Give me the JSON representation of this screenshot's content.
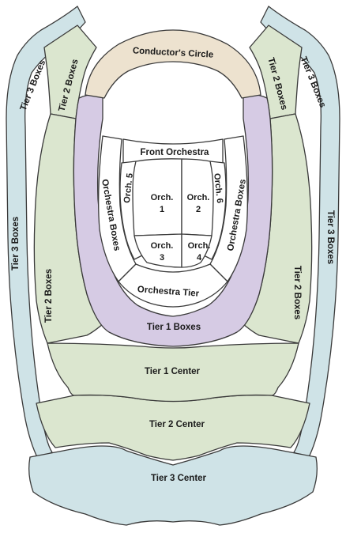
{
  "colors": {
    "tier3": "#cfe3e7",
    "tier2": "#dbe6cf",
    "tier1": "#d6cbe4",
    "conductors": "#ede2cf",
    "orchestra": "#ffffff",
    "outline": "#3a3a3a"
  },
  "sections": {
    "conductors_circle": "Conductor's Circle",
    "tier3_boxes_left": "Tier 3 Boxes",
    "tier3_boxes_right": "Tier 3 Boxes",
    "tier3_boxes_left_top": "Tier 3 Boxes",
    "tier3_boxes_right_top": "Tier 3 Boxes",
    "tier2_boxes_left_top": "Tier 2 Boxes",
    "tier2_boxes_right_top": "Tier 2 Boxes",
    "tier2_boxes_left": "Tier 2 Boxes",
    "tier2_boxes_right": "Tier 2 Boxes",
    "orchestra_boxes_left": "Orchestra Boxes",
    "orchestra_boxes_right": "Orchestra Boxes",
    "front_orchestra": "Front Orchestra",
    "orch5": "Orch. 5",
    "orch6": "Orch. 6",
    "orch1": [
      "Orch.",
      "1"
    ],
    "orch2": [
      "Orch.",
      "2"
    ],
    "orch3": [
      "Orch.",
      "3"
    ],
    "orch4": [
      "Orch.",
      "4"
    ],
    "orchestra_tier": "Orchestra Tier",
    "tier1_boxes": "Tier 1 Boxes",
    "tier1_center": "Tier 1 Center",
    "tier2_center": "Tier 2 Center",
    "tier3_center": "Tier 3 Center"
  }
}
